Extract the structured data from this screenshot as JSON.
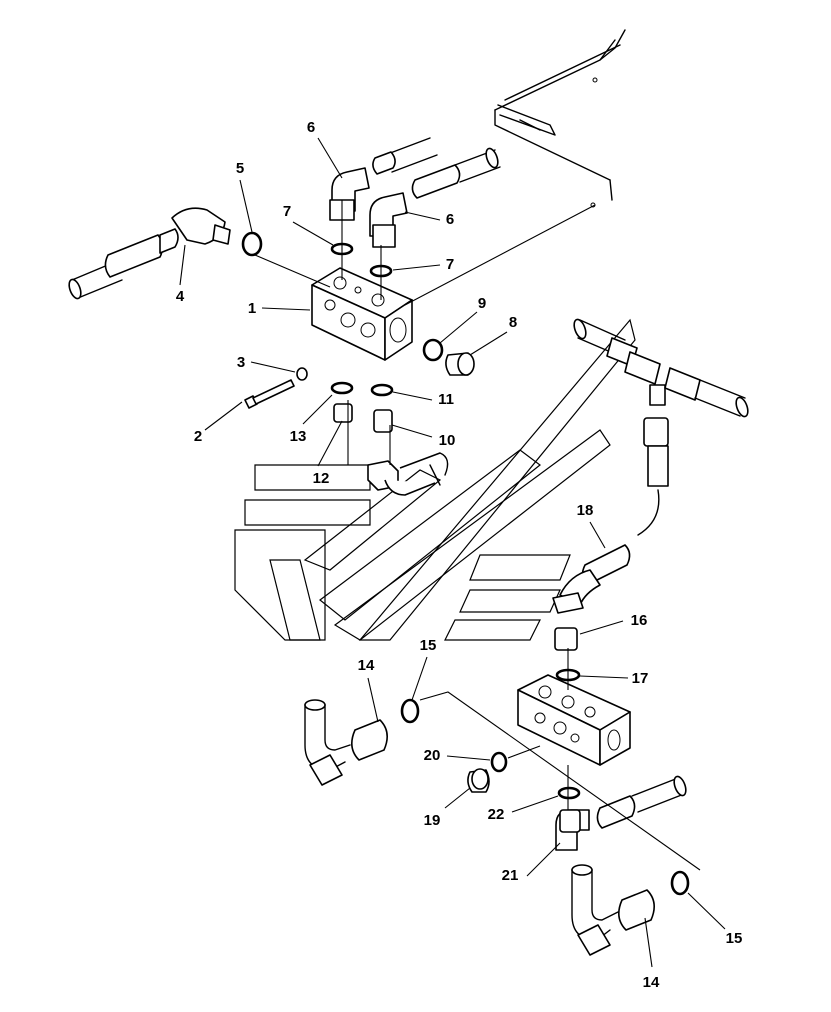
{
  "callouts": [
    "1",
    "2",
    "3",
    "4",
    "5",
    "6",
    "6",
    "7",
    "7",
    "8",
    "9",
    "10",
    "11",
    "12",
    "13",
    "14",
    "14",
    "15",
    "15",
    "16",
    "17",
    "18",
    "19",
    "20",
    "21",
    "22"
  ]
}
